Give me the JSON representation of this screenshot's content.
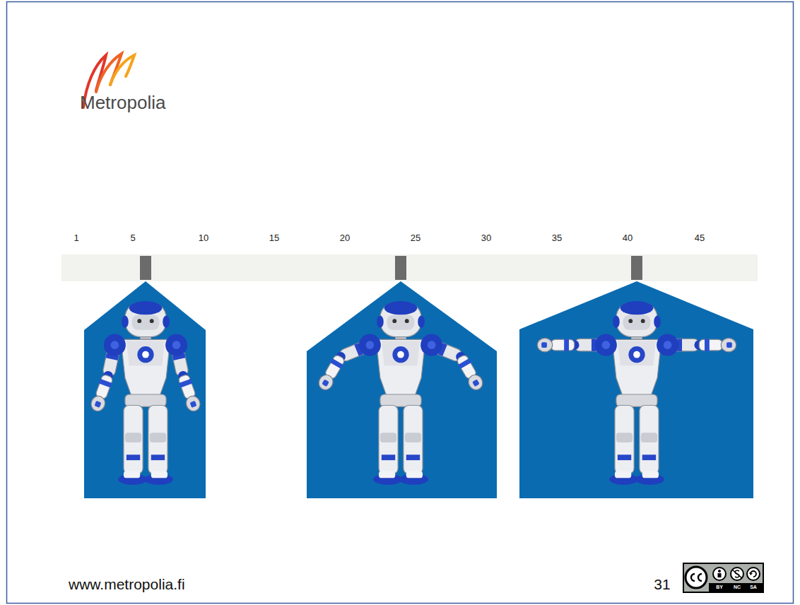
{
  "diagram": {
    "labels": [
      "Metropolia",
      "1",
      "5",
      "10",
      "15",
      "20",
      "25",
      "30",
      "35",
      "40",
      "45",
      "www.metropolia.fi",
      "31",
      "BY",
      "NC",
      "SA"
    ]
  }
}
